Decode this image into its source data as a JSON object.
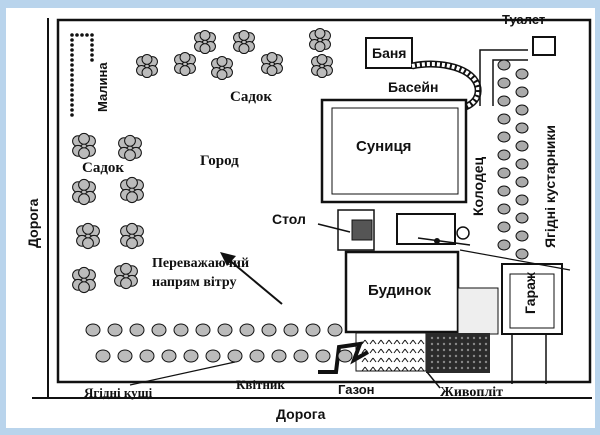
{
  "map": {
    "labels": {
      "toilet": "Туалет",
      "bath": "Баня",
      "pool": "Басейн",
      "raspberry": "Малина",
      "orchard_top": "Садок",
      "orchard_left": "Садок",
      "garden": "Город",
      "strawberry": "Суниця",
      "table": "Стол",
      "well": "Колодец",
      "berry_shrubs": "Ягідні кустарники",
      "garage": "Гараж",
      "house": "Будинок",
      "wind": "Переважаючий напрям вітру",
      "berry_bushes": "Ягідні кущі",
      "flowerbed": "Квітник",
      "lawn": "Газон",
      "hedge": "Живопліт",
      "road_bottom": "Дорога",
      "road_left": "Дорога"
    }
  }
}
